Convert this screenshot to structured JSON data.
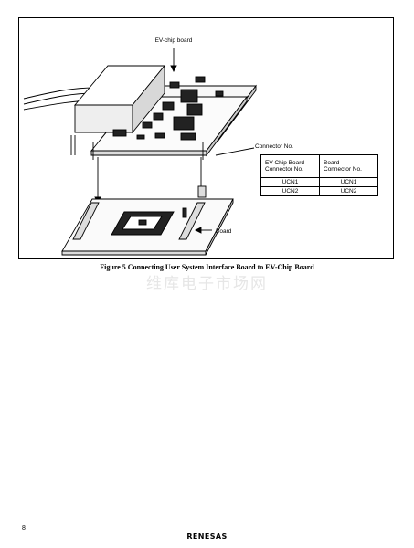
{
  "figure": {
    "label_ev_chip_board": "EV-chip board",
    "label_connector_no": "Connector No.",
    "label_board": "Board",
    "table": {
      "headers": [
        "EV-Chip Board\nConnector No.",
        "Board\nConnector No."
      ],
      "header_lines": [
        [
          "EV-Chip Board",
          "Connector No."
        ],
        [
          "Board",
          "Connector No."
        ]
      ],
      "rows": [
        [
          "UCN1",
          "UCN1"
        ],
        [
          "UCN2",
          "UCN2"
        ]
      ]
    }
  },
  "caption": "Figure 5   Connecting User System Interface Board to EV-Chip Board",
  "watermark": "维库电子市场网",
  "page_number": "8",
  "footer_logo": "RENESAS"
}
